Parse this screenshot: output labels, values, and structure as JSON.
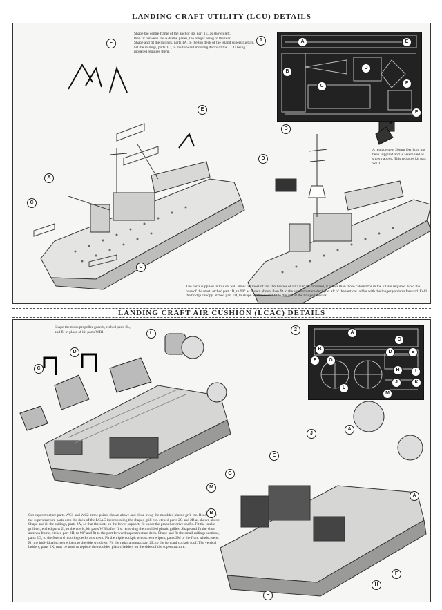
{
  "lcu": {
    "title": "LANDING CRAFT UTILITY (LCU) DETAILS",
    "fret_number": "1",
    "instructions": [
      "Shape the centre frame of the anchor jib, part 1E, as shown left,",
      "then fit between the A-frame plates, the longer being to the rear.",
      "Shape and fit the railings, parts 1A, to the top deck of the island superstructure.",
      "Fit the railings, parts 1C, to the forward mooring decks of the LCU being modeled requires them."
    ],
    "gun_note": "A replacement 20mm Oerlikon has been supplied and is assembled as shown above. This replaces kit part WD1",
    "bottom_note": "The parts supplied in this set will allow for most of the 1660 series of LCUs to be modeled, if others than those catered for in the kit are required. Fold the base of the mast, etched part 1B, to 90° as shown above, then fit to the superstructure deck just aft of the vertical ladder with the longer yardarm forward. Fold the bridge canopy, etched part 1D, to shape as shown and fit to the rim of the bridge bulwark.",
    "callouts": [
      "E",
      "A",
      "C",
      "C",
      "E",
      "B",
      "D",
      "F",
      "A",
      "B",
      "C",
      "D",
      "E",
      "F"
    ]
  },
  "lcac": {
    "title": "LANDING CRAFT AIR CUSHION (LCAC) DETAILS",
    "fret_number": "2",
    "top_note": "Shape the mesh propeller guards, etched parts 2L, and fit in place of kit parts WB1.",
    "instructions": "Cut superstructure parts WC1 and WC2 at the points shown above and clean away the moulded plastic grill etc. Reassemble the superstructure parts onto the deck of the LCAC incorporating the shaped grill etc. etched parts 2C and 2B as shown above. Shape and fit the railings, parts 2A, so that the slots on the lower supports fit under the propeller drive shafts. Fit the intake grill etc, etched parts 2I, to the cowls, kit parts WB3 after first removing the moulded plastic grilles. Shape and fit the short antenna frame, etched part 2H, to 90° and fit to the port forward superstructure deck. Shape and fit the small railings sections, parts 2G, to the forward mooring decks as shown. Fit the triple cockpit windscreen wipers, parts 2M to the front windscreens. Fit the individual screen wipers to the side windows. Fit the radar antenna, part 2E, to the forward cockpit roof. The vertical ladders, parts 2K, may be used to replace the moulded plastic ladders on the sides of the superstructure.",
    "callouts": [
      "L",
      "D",
      "C",
      "J",
      "E",
      "G",
      "M",
      "B",
      "H",
      "A",
      "A",
      "F",
      "H"
    ]
  },
  "fret1_labels": [
    "A",
    "B",
    "C",
    "D",
    "E",
    "F"
  ],
  "fret2_labels": [
    "A",
    "B",
    "C",
    "D",
    "E",
    "F",
    "G",
    "H",
    "I",
    "J",
    "K",
    "L",
    "M"
  ]
}
